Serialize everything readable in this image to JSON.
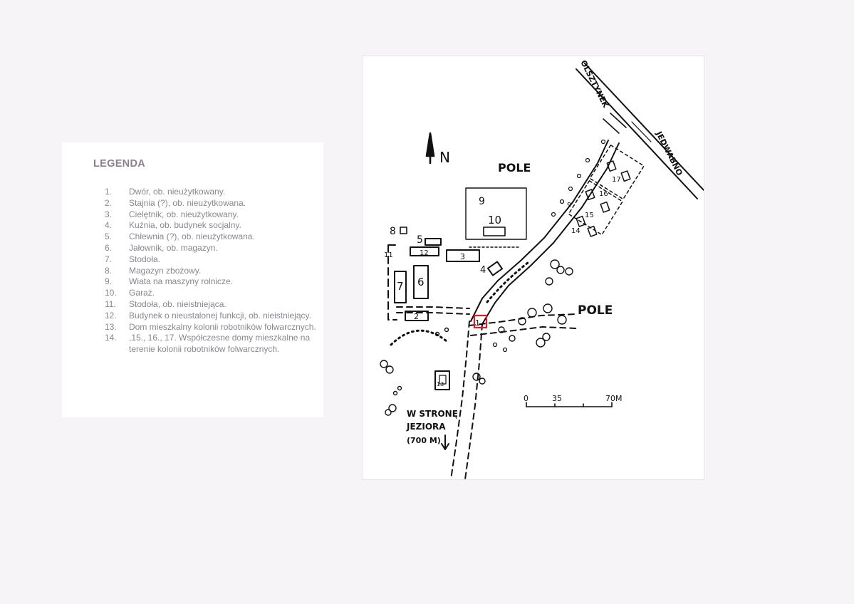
{
  "legend": {
    "title": "LEGENDA",
    "items": [
      {
        "num": "1.",
        "text": "Dwór, ob. nieużytkowany."
      },
      {
        "num": "2.",
        "text": "Stajnia (?), ob. nieużytkowana."
      },
      {
        "num": "3.",
        "text": "Cielętnik, ob. nieużytkowany."
      },
      {
        "num": "4.",
        "text": "Kuźnia, ob. budynek socjalny."
      },
      {
        "num": "5.",
        "text": "Chlewnia (?), ob. nieużytkowana."
      },
      {
        "num": "6.",
        "text": "Jałownik, ob. magazyn."
      },
      {
        "num": "7.",
        "text": "Stodoła."
      },
      {
        "num": "8.",
        "text": "Magazyn zbożowy."
      },
      {
        "num": "9.",
        "text": "Wiata na maszyny rolnicze."
      },
      {
        "num": "10.",
        "text": "Garaż."
      },
      {
        "num": "11.",
        "text": "Stodoła, ob. nieistniejąca."
      },
      {
        "num": "12.",
        "text": "Budynek o nieustalonej funkcji, ob. nieistniejący."
      },
      {
        "num": "13.",
        "text": "Dom mieszkalny kolonii robotników folwarcznych."
      },
      {
        "num": "14.",
        "text": ",15., 16., 17. Współczesne domy mieszkalne na terenie kolonii robotników folwarcznych."
      }
    ]
  },
  "map": {
    "north_label": "N",
    "field_label_top": "POLE",
    "field_label_right": "POLE",
    "road_label_a": "OLSZTYNEK",
    "road_label_b": "JEDWABNO",
    "lake_direction": [
      "W STRONĘ",
      "JEZIORA",
      "(700 M)"
    ],
    "scale": {
      "ticks": [
        "0",
        "35",
        "70M"
      ]
    },
    "buildings": [
      {
        "id": "1",
        "label": "1"
      },
      {
        "id": "2",
        "label": "2"
      },
      {
        "id": "3",
        "label": "3"
      },
      {
        "id": "4",
        "label": "4"
      },
      {
        "id": "5",
        "label": "5"
      },
      {
        "id": "6",
        "label": "6"
      },
      {
        "id": "7",
        "label": "7"
      },
      {
        "id": "8",
        "label": "8"
      },
      {
        "id": "9",
        "label": "9"
      },
      {
        "id": "10",
        "label": "10"
      },
      {
        "id": "11",
        "label": "11"
      },
      {
        "id": "12",
        "label": "12"
      },
      {
        "id": "13",
        "label": "13"
      },
      {
        "id": "14",
        "label": "14"
      },
      {
        "id": "15",
        "label": "15"
      },
      {
        "id": "16",
        "label": "16"
      },
      {
        "id": "17",
        "label": "17"
      },
      {
        "id": "9b",
        "label": "9"
      }
    ],
    "colors": {
      "ink": "#111111",
      "highlight": "#d4202a"
    }
  }
}
